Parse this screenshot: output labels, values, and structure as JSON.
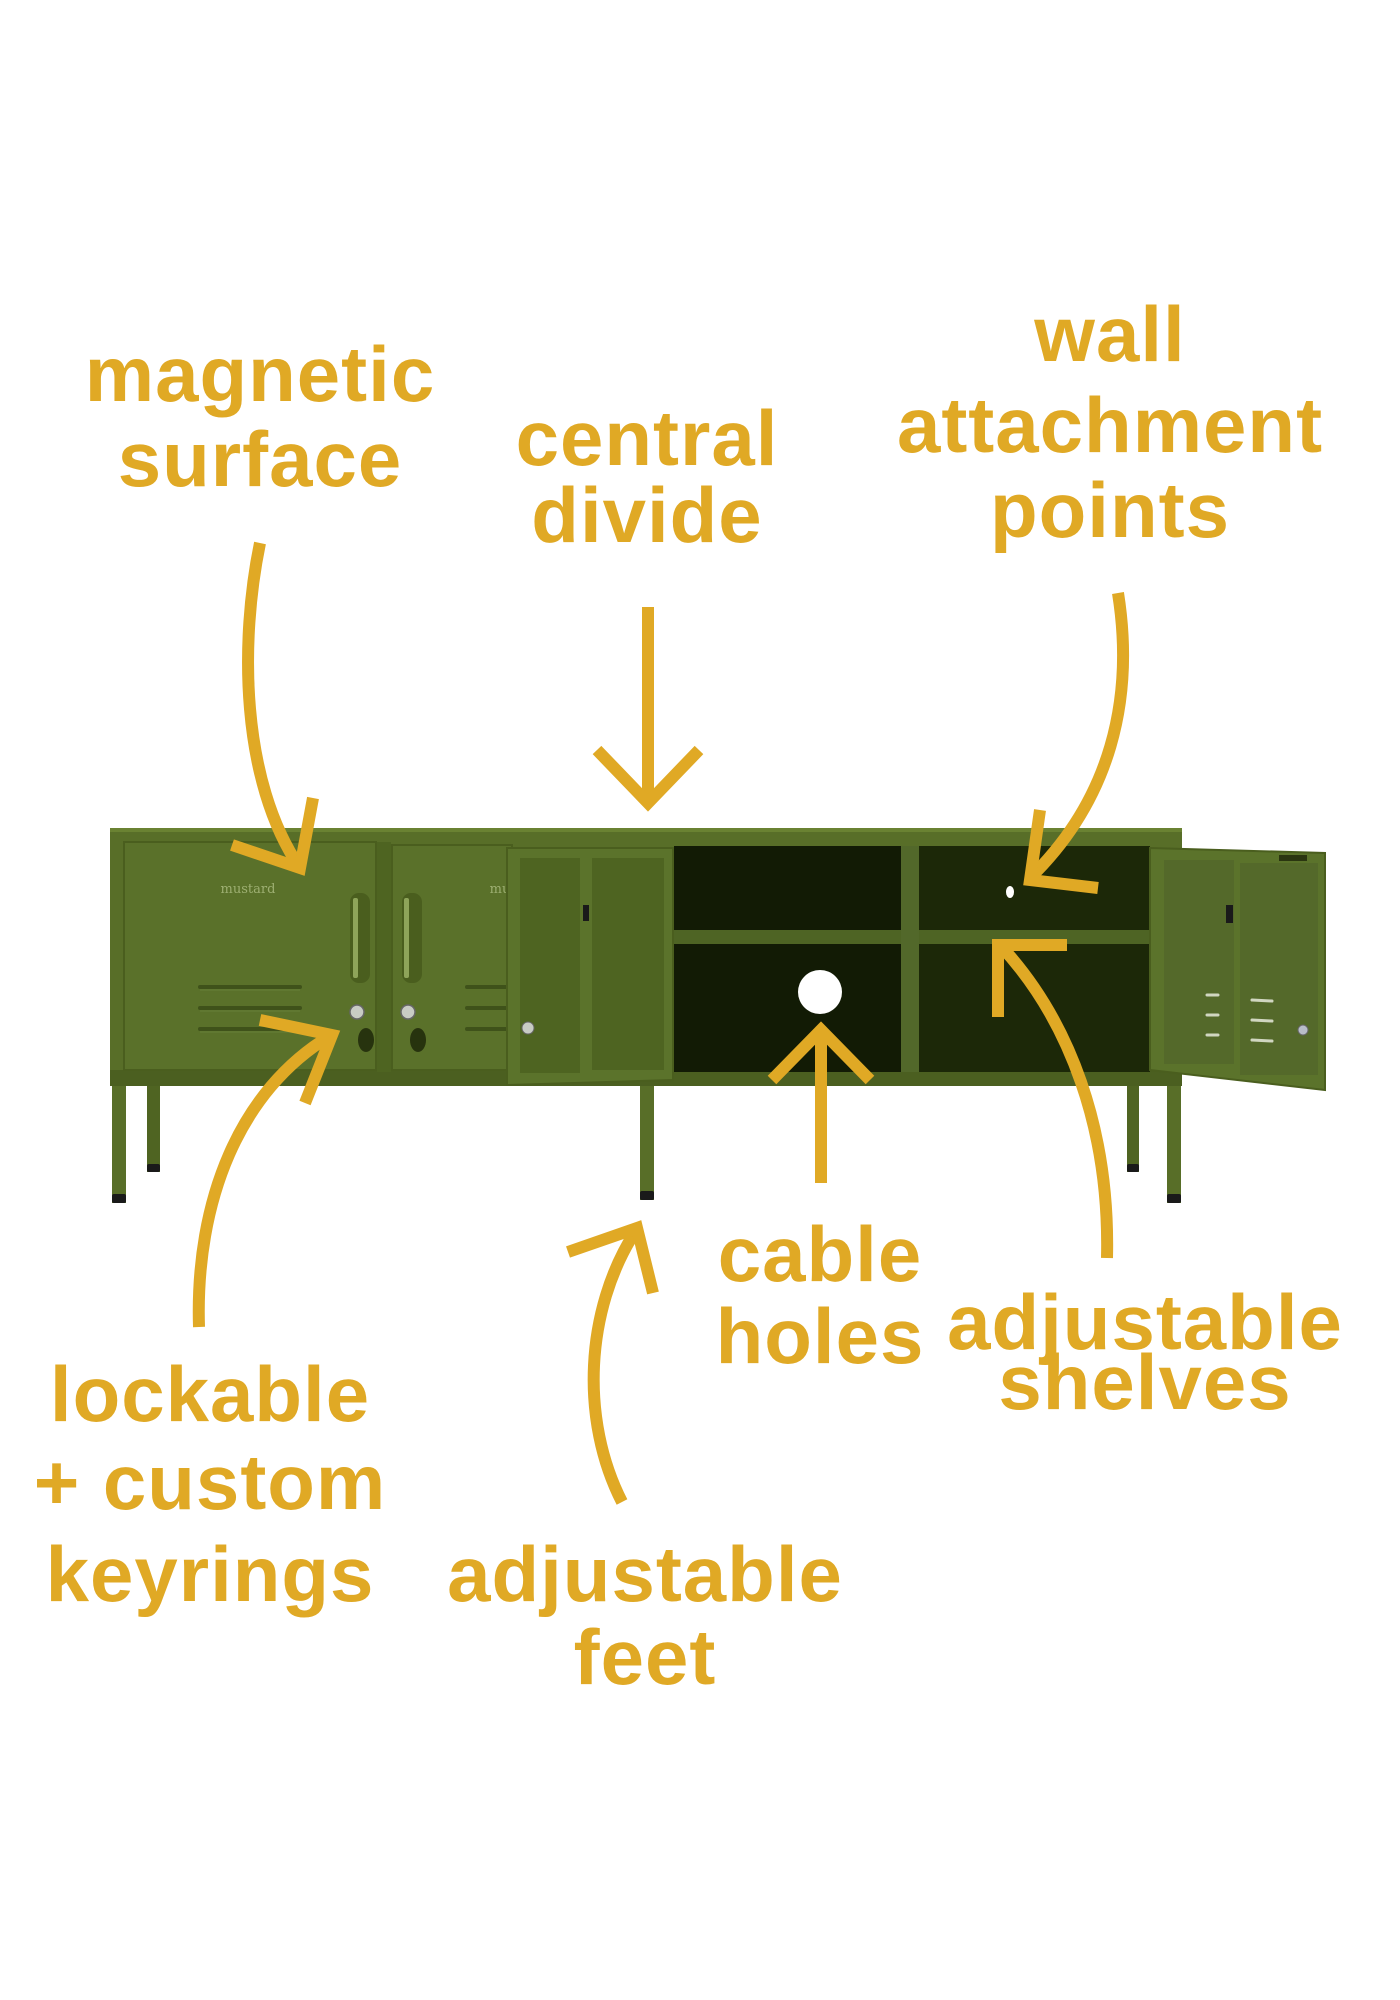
{
  "colors": {
    "accent": "#E0A925",
    "cabinet": "#586E28",
    "cabinet_dark": "#3E5019",
    "interior": "#111A05",
    "background": "#FFFFFF"
  },
  "product": {
    "name": "olive green sideboard / TV unit with two closed doors, two open doors, central divide and shelves",
    "logo": "mustard"
  },
  "callouts": [
    {
      "id": "magnetic-surface",
      "lines": [
        "magnetic",
        "surface"
      ]
    },
    {
      "id": "central-divide",
      "lines": [
        "central",
        "divide"
      ]
    },
    {
      "id": "wall-attachment-points",
      "lines": [
        "wall",
        "attachment",
        "points"
      ]
    },
    {
      "id": "lockable-keyrings",
      "lines": [
        "lockable",
        "+ custom",
        "keyrings"
      ]
    },
    {
      "id": "adjustable-feet",
      "lines": [
        "adjustable",
        "feet"
      ]
    },
    {
      "id": "cable-holes",
      "lines": [
        "cable",
        "holes"
      ]
    },
    {
      "id": "adjustable-shelves",
      "lines": [
        "adjustable",
        "shelves"
      ]
    }
  ]
}
